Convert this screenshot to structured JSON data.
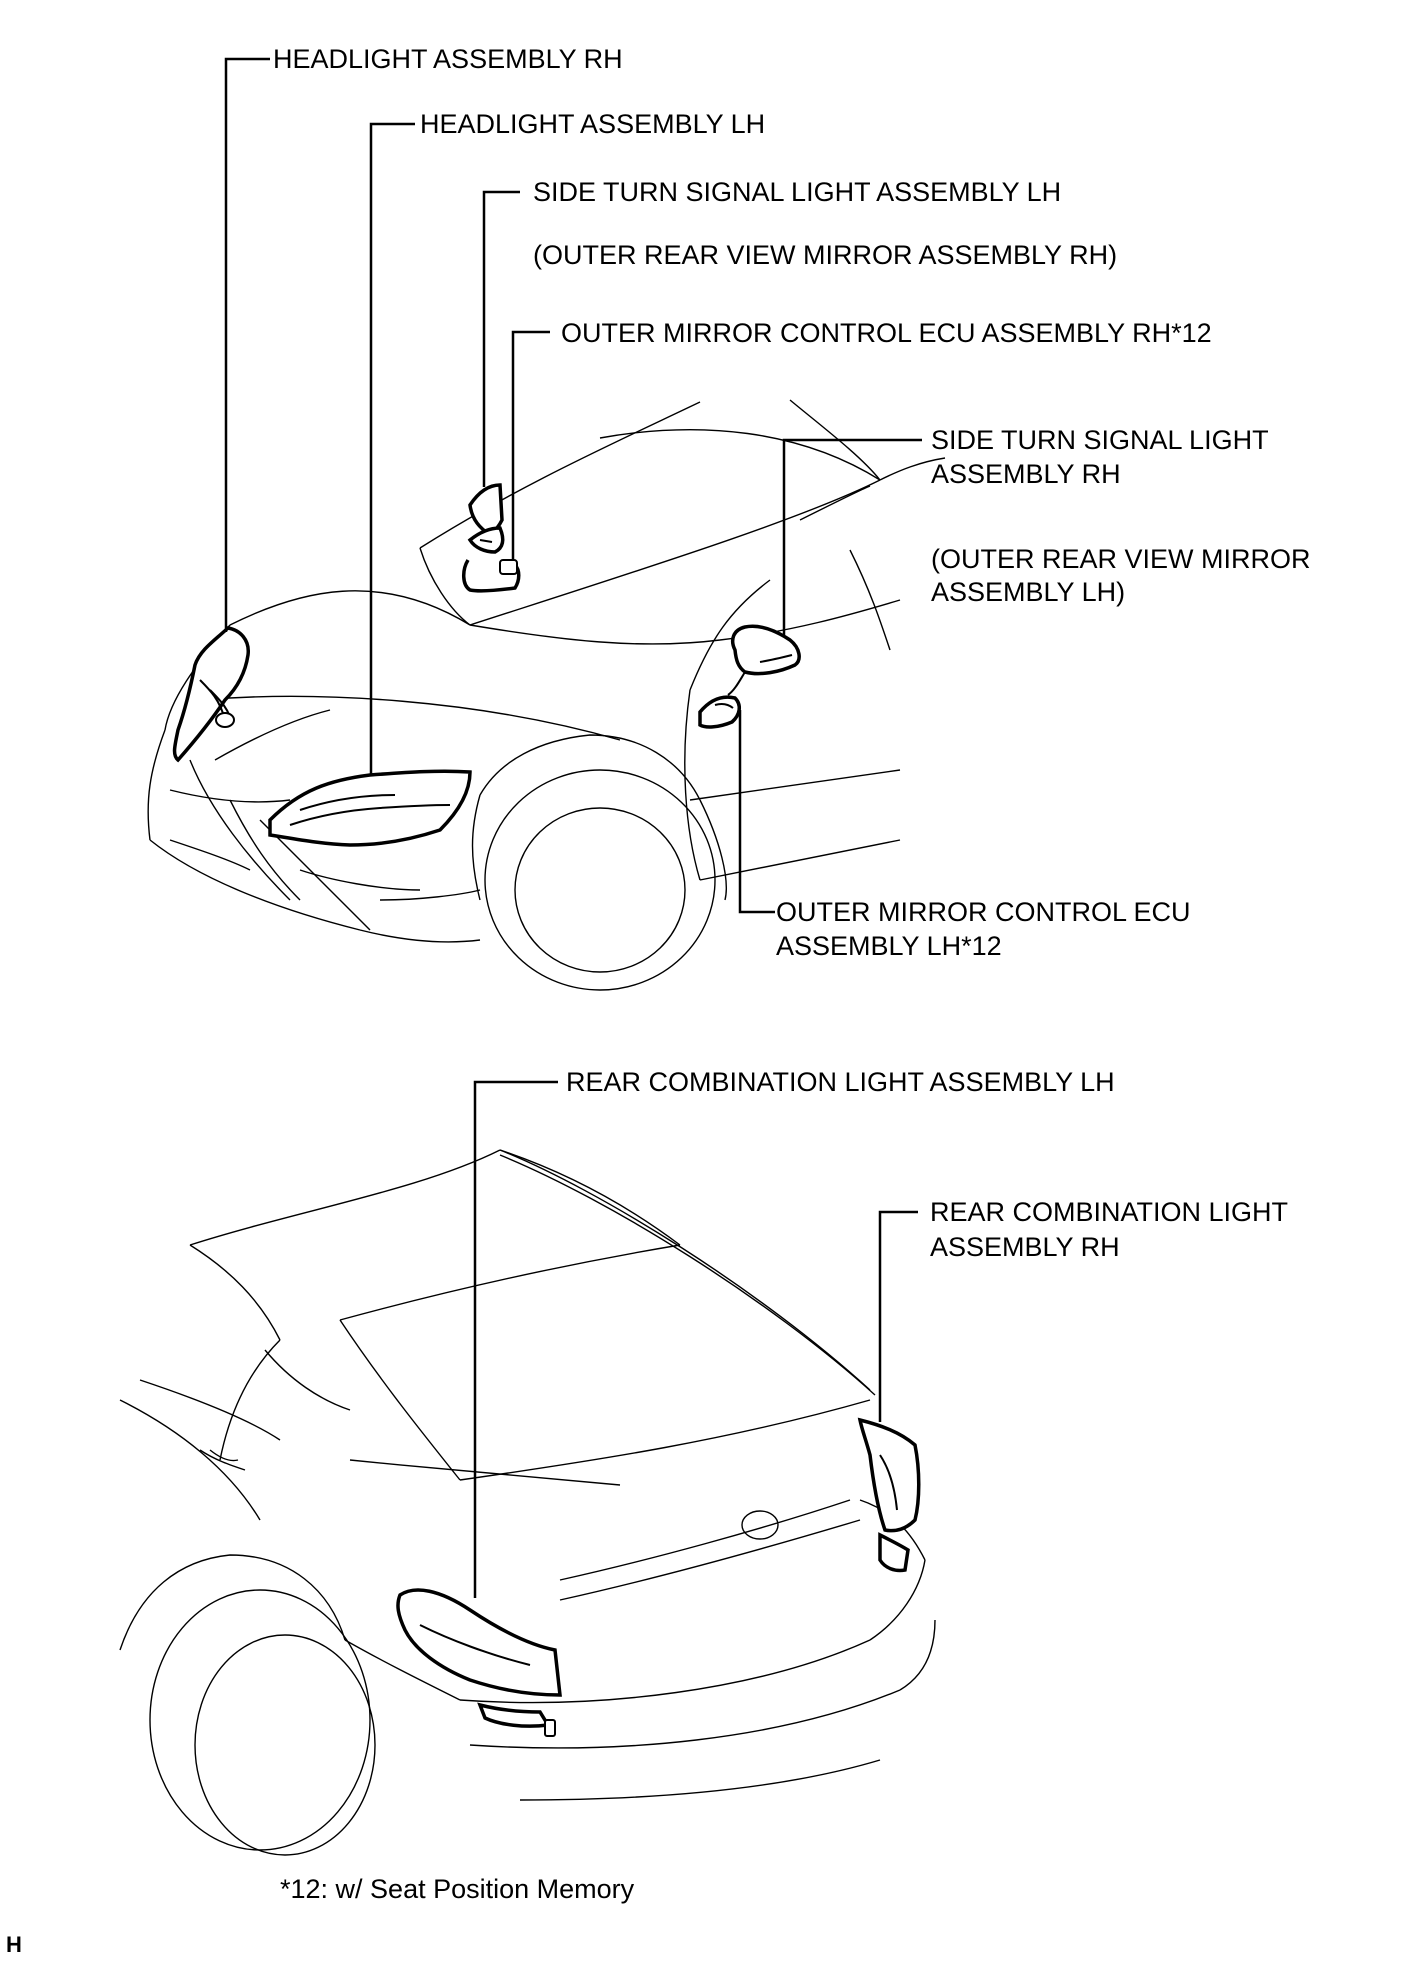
{
  "front_labels": {
    "headlight_rh": "HEADLIGHT ASSEMBLY RH",
    "headlight_lh": "HEADLIGHT ASSEMBLY LH",
    "side_turn_lh": "SIDE TURN SIGNAL LIGHT ASSEMBLY LH",
    "side_turn_lh_sub": "(OUTER REAR VIEW MIRROR ASSEMBLY RH)",
    "mirror_ecu_rh": "OUTER MIRROR CONTROL ECU ASSEMBLY RH*12",
    "side_turn_rh_1": "SIDE TURN SIGNAL LIGHT",
    "side_turn_rh_2": "ASSEMBLY RH",
    "side_turn_rh_sub1": "(OUTER REAR VIEW MIRROR",
    "side_turn_rh_sub2": "ASSEMBLY LH)",
    "mirror_ecu_lh_1": "OUTER MIRROR CONTROL ECU",
    "mirror_ecu_lh_2": "ASSEMBLY LH*12"
  },
  "rear_labels": {
    "rear_comb_lh": "REAR COMBINATION LIGHT ASSEMBLY LH",
    "rear_comb_rh_1": "REAR COMBINATION LIGHT",
    "rear_comb_rh_2": "ASSEMBLY RH"
  },
  "footnote": "*12: w/ Seat Position Memory",
  "corner_mark": "H"
}
